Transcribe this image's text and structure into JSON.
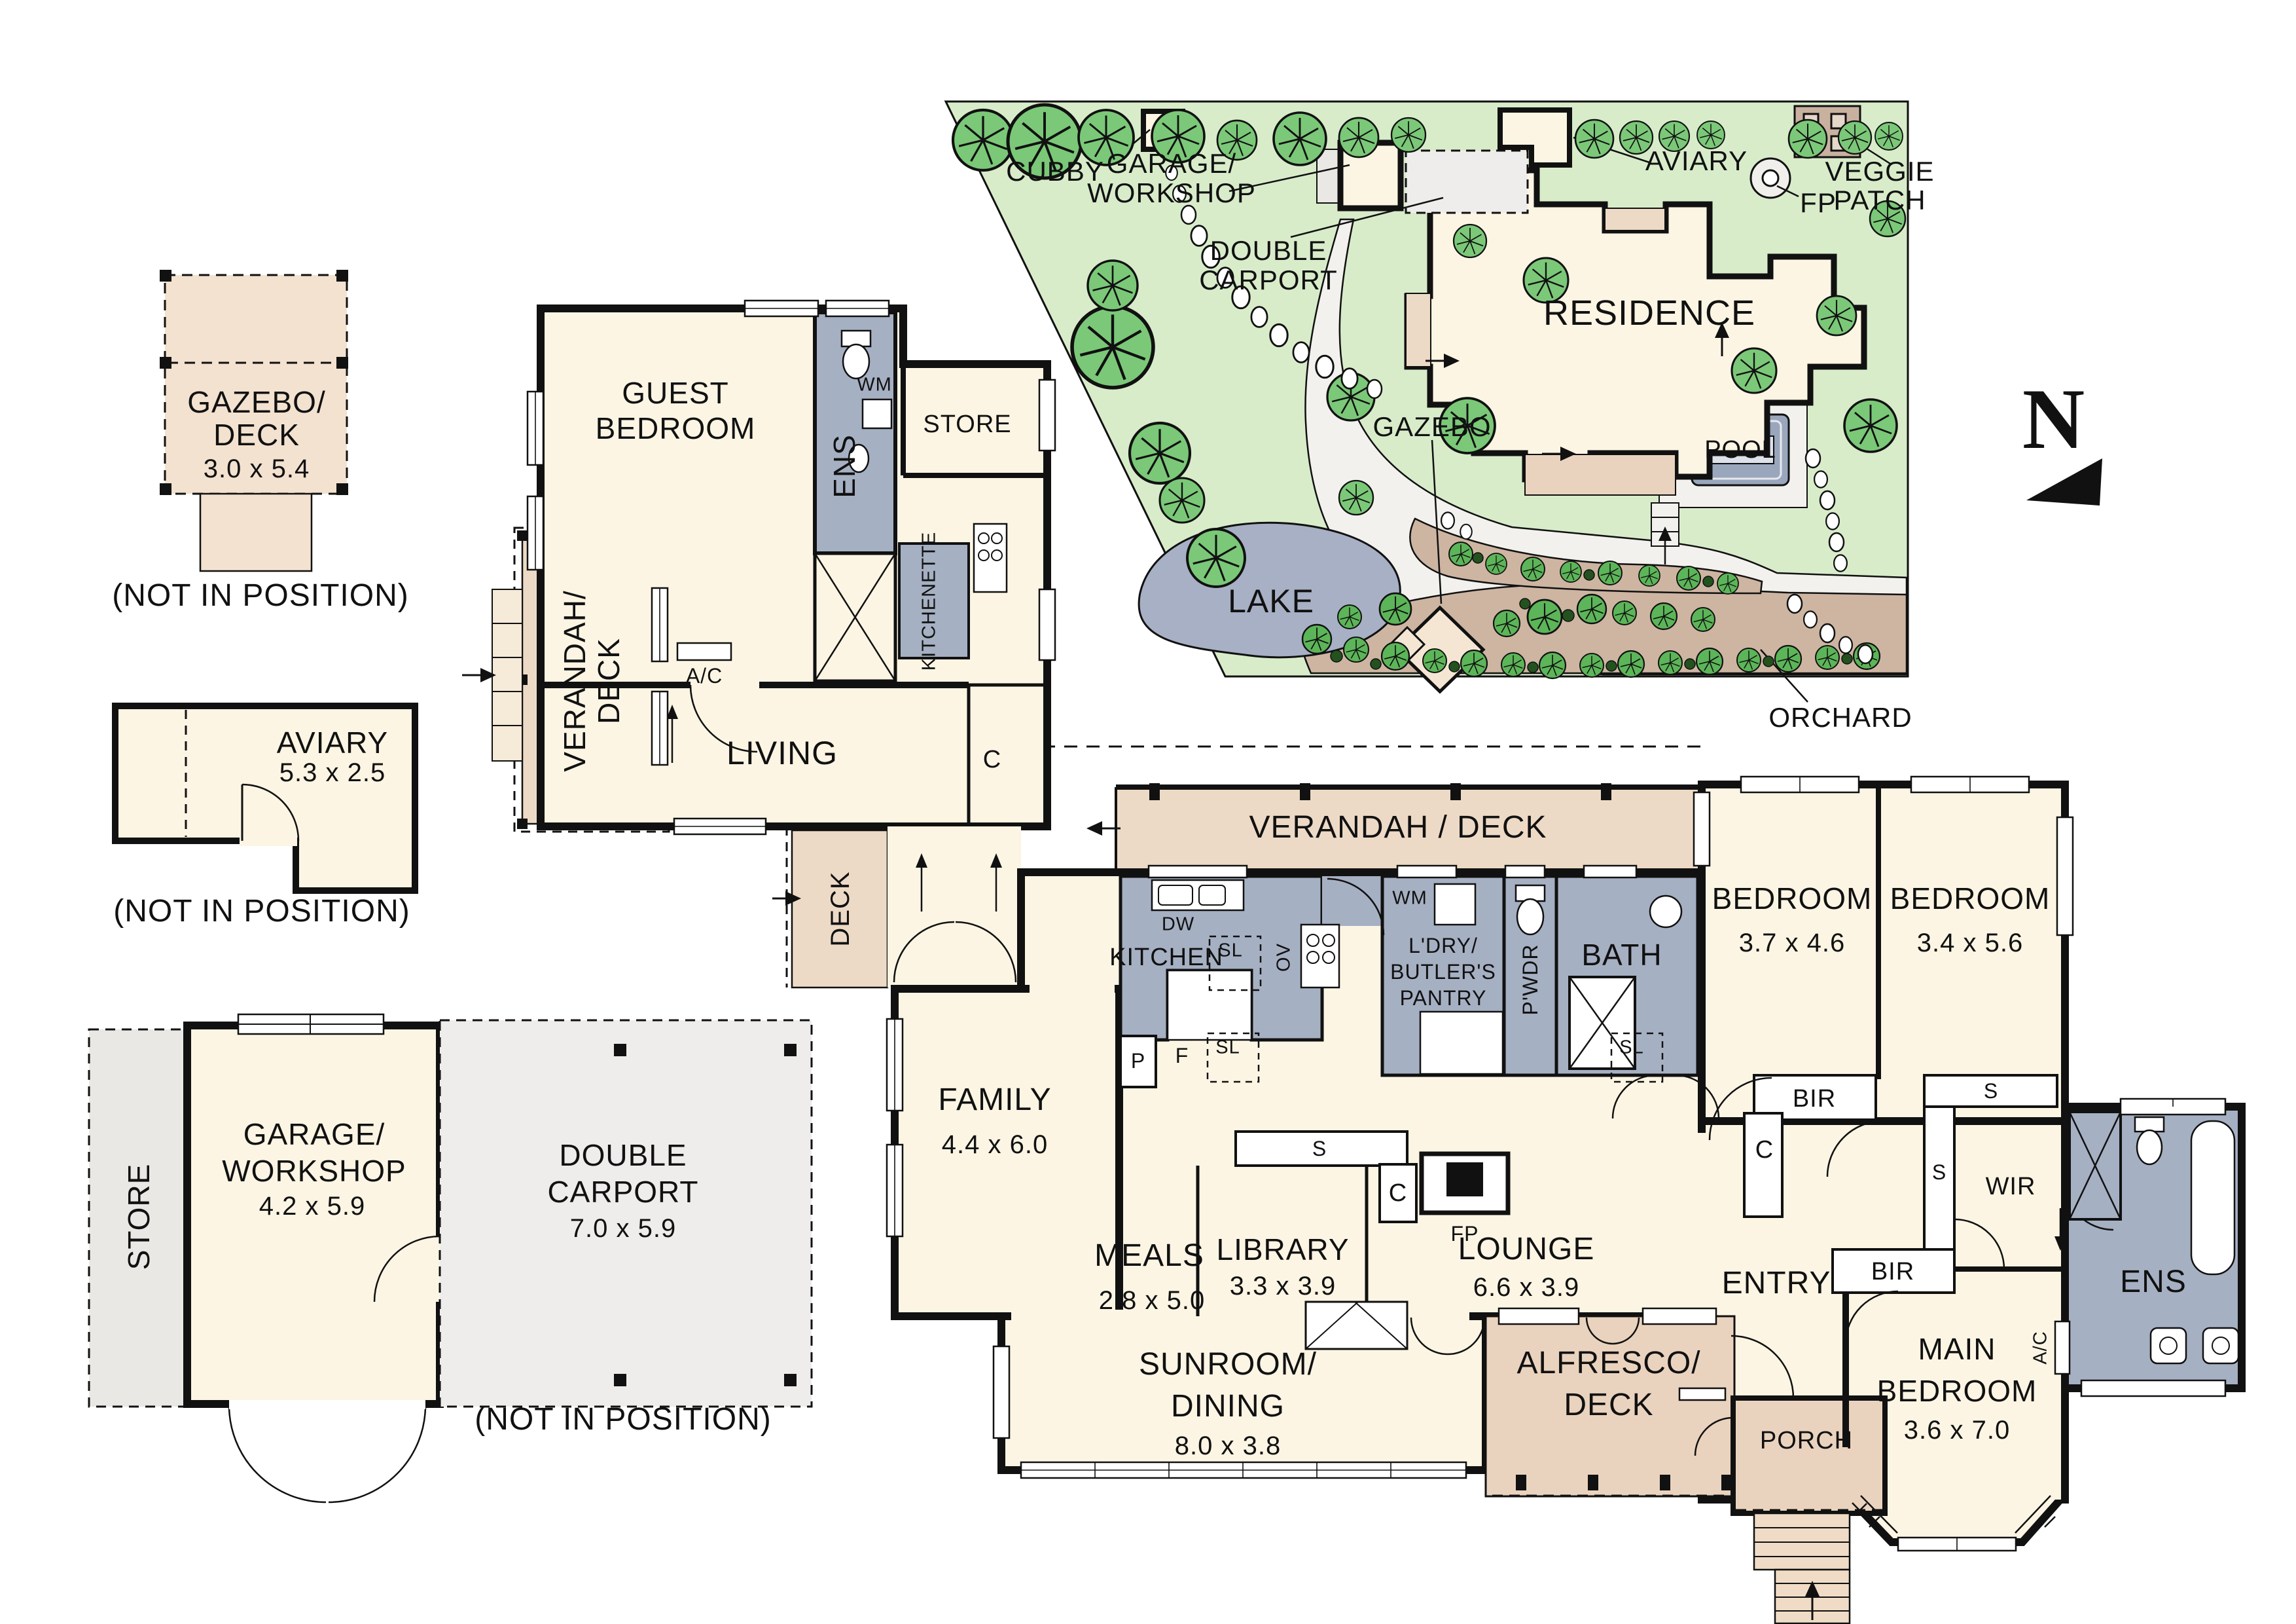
{
  "title": "Residence floor plan with site plan",
  "colors": {
    "cream": "#FCF5E4",
    "wet_gray": "#A6B0C3",
    "deck_tan": "#EDDAC6",
    "alfresco_tan": "#EAD3BE",
    "site_green": "#D8ECCA",
    "tree_green": "#7BC878",
    "orchard_brown": "#CDB5A2",
    "drive_gray": "#F2F1EE",
    "carport_gray": "#EEEDEB",
    "store_gray": "#E9E8E5",
    "water_blue": "#A7B0C4",
    "pool_blue": "#9AA6BC",
    "wall": "#111111"
  },
  "site": {
    "cubby": "CUBBY",
    "garage_line1": "GARAGE/",
    "garage_line2": "WORKSHOP",
    "carport_line1": "DOUBLE",
    "carport_line2": "CARPORT",
    "residence": "RESIDENCE",
    "aviary": "AVIARY",
    "fp": "FP",
    "veggie_line1": "VEGGIE",
    "veggie_line2": "PATCH",
    "gazebo": "GAZEBO",
    "pool": "POOL",
    "lake": "LAKE",
    "orchard": "ORCHARD",
    "north": "N"
  },
  "legend": {
    "gazebo_line1": "GAZEBO/",
    "gazebo_line2": "DECK",
    "gazebo_dim": "3.0 x 5.4",
    "aviary": "AVIARY",
    "aviary_dim": "5.3 x 2.5",
    "store": "STORE",
    "garage_line1": "GARAGE/",
    "garage_line2": "WORKSHOP",
    "garage_dim": "4.2 x 5.9",
    "carport_line1": "DOUBLE",
    "carport_line2": "CARPORT",
    "carport_dim": "7.0 x 5.9",
    "not_in_position": "(NOT IN POSITION)"
  },
  "plan": {
    "guest_line1": "GUEST",
    "guest_line2": "BEDROOM",
    "ens": "ENS",
    "wm": "WM",
    "store": "STORE",
    "kitchenette": "KITCHENETTE",
    "ac": "A/C",
    "living": "LIVING",
    "verandah_rot1": "VERANDAH/",
    "verandah_rot2": "DECK",
    "deck": "DECK",
    "c": "C",
    "verandah_main": "VERANDAH / DECK",
    "bedroom": "BEDROOM",
    "bedroom1_dim": "3.7 x 4.6",
    "bedroom2_dim": "3.4 x 5.6",
    "bir": "BIR",
    "s": "S",
    "wir": "WIR",
    "kitchen": "KITCHEN",
    "dw": "DW",
    "sl": "SL",
    "ov": "OV",
    "ldry_line1": "L'DRY/",
    "ldry_line2": "BUTLER'S",
    "ldry_line3": "PANTRY",
    "pwdr": "P'WDR",
    "bath": "BATH",
    "p": "P",
    "f": "F",
    "fp": "FP",
    "family": "FAMILY",
    "family_dim": "4.4 x 6.0",
    "meals": "MEALS",
    "meals_dim": "2.8 x 5.0",
    "library": "LIBRARY",
    "library_dim": "3.3 x 3.9",
    "lounge": "LOUNGE",
    "lounge_dim": "6.6 x 3.9",
    "sunroom_line1": "SUNROOM/",
    "sunroom_line2": "DINING",
    "sunroom_dim": "8.0 x 3.8",
    "alfresco_line1": "ALFRESCO/",
    "alfresco_line2": "DECK",
    "entry": "ENTRY",
    "porch": "PORCH",
    "main_line1": "MAIN",
    "main_line2": "BEDROOM",
    "main_dim": "3.6 x 7.0"
  }
}
